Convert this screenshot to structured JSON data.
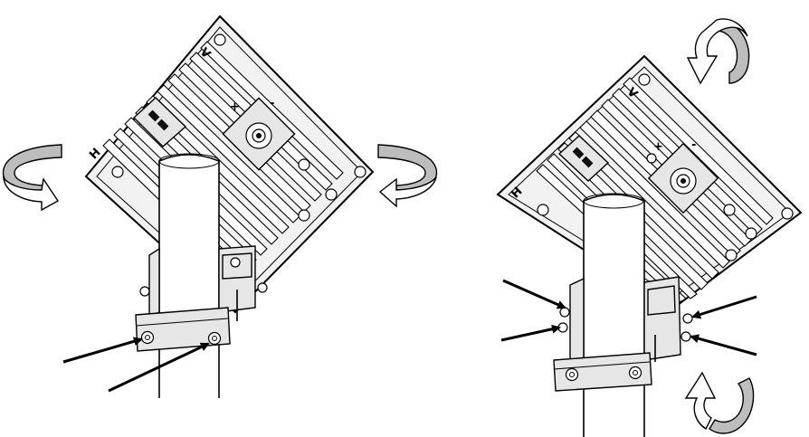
{
  "figure": {
    "panels": [
      {
        "id": "left",
        "description_key": "tilt-adjustment",
        "polarity_labels": [
          "H",
          "V",
          "+",
          "-"
        ]
      },
      {
        "id": "right",
        "description_key": "rotation-adjustment",
        "polarity_labels": [
          "H",
          "V",
          "+",
          "-"
        ]
      }
    ]
  }
}
